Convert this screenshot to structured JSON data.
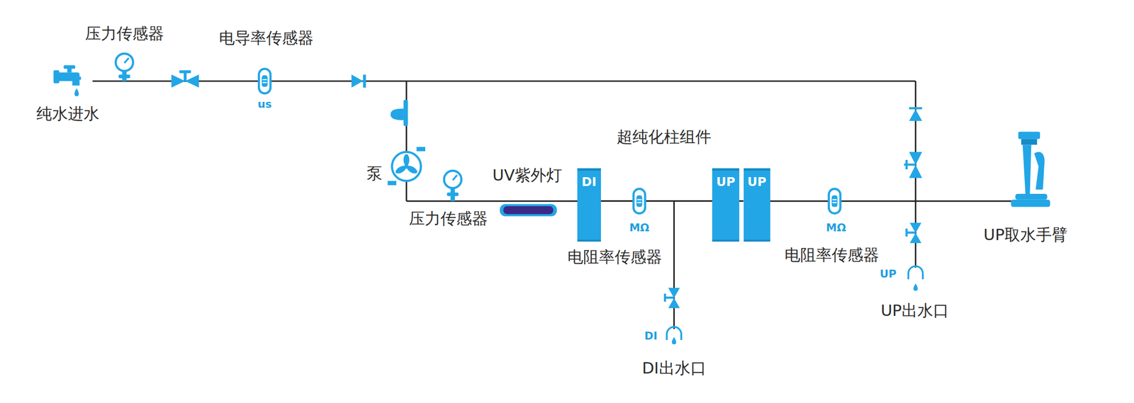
{
  "diagram": {
    "nodes": [
      {
        "text": [
          "DI"
        ]
      },
      {
        "text": [
          "UP"
        ]
      },
      {
        "text": [
          "UP"
        ]
      }
    ],
    "edges": [
      {
        "from": 0,
        "to": 1,
        "arrow": "none"
      },
      {
        "from": 1,
        "to": 2,
        "arrow": "none"
      }
    ],
    "labels": [
      "压力传感器",
      "电导率传感器",
      "us",
      "纯水进水",
      "泵",
      "压力传感器",
      "UV紫外灯",
      "超纯化柱组件",
      "MΩ",
      "电阻率传感器",
      "MΩ",
      "电阻率传感器",
      "UP",
      "UP出水口",
      "DI",
      "DI出水口",
      "UP取水手臂"
    ]
  }
}
